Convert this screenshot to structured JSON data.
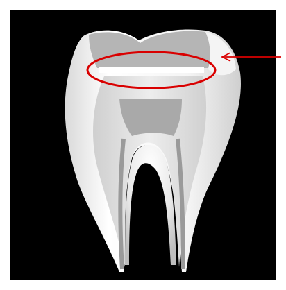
{
  "figure": {
    "subject": "molar-tooth-cross-section",
    "annotation": {
      "shape": "ellipse",
      "pointer": "arrow",
      "target": "restoration-line"
    }
  },
  "colors": {
    "canvas": "#ffffff",
    "panel": "#000000",
    "enamel": "#f2f2f2",
    "dentin": "#e0e0e0",
    "pulp": "#a8a8a8",
    "crown_top": "#b7b7b7",
    "restoration": "#ffffff",
    "annotation": "#d90000"
  }
}
